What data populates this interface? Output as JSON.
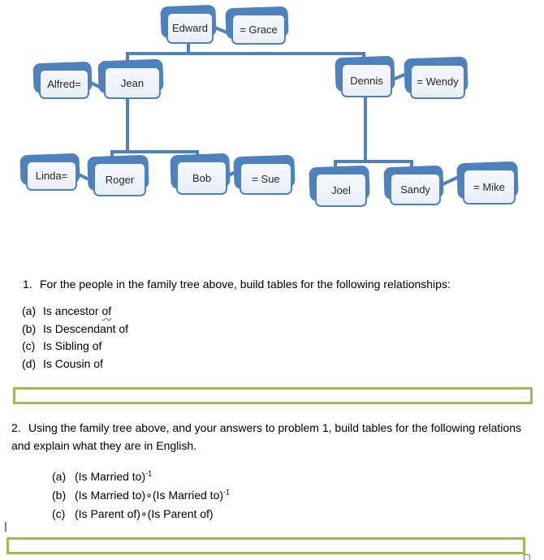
{
  "colors": {
    "tree_accent": "#4f81bd",
    "node_fill": "#eef3fa",
    "answer_box_border": "#9bbb59",
    "squiggle": "#2da32d"
  },
  "family_tree": {
    "nodes": [
      {
        "id": "edward",
        "label": "Edward"
      },
      {
        "id": "grace",
        "label": "= Grace"
      },
      {
        "id": "alfred",
        "label": "Alfred="
      },
      {
        "id": "jean",
        "label": "Jean"
      },
      {
        "id": "dennis",
        "label": "Dennis"
      },
      {
        "id": "wendy",
        "label": "= Wendy"
      },
      {
        "id": "linda",
        "label": "Linda="
      },
      {
        "id": "roger",
        "label": "Roger"
      },
      {
        "id": "bob",
        "label": "Bob"
      },
      {
        "id": "sue",
        "label": "= Sue"
      },
      {
        "id": "joel",
        "label": "Joel"
      },
      {
        "id": "sandy",
        "label": "Sandy"
      },
      {
        "id": "mike",
        "label": "= Mike"
      }
    ],
    "couples": [
      "Edward = Grace",
      "Alfred = Jean",
      "Dennis = Wendy",
      "Linda = Roger",
      "Bob = Sue",
      "Sandy = Mike"
    ],
    "parent_links": [
      "Edward/Grace -> Jean",
      "Edward/Grace -> Dennis",
      "Jean/Alfred -> Roger",
      "Jean/Alfred -> Bob",
      "Dennis/Wendy -> Joel",
      "Dennis/Wendy -> Sandy"
    ]
  },
  "question1": {
    "number": "1.",
    "text": "For the people in the family tree above, build tables for the following relationships:",
    "items": [
      {
        "marker": "(a)",
        "text": "Is ancestor",
        "wavy_word": "of"
      },
      {
        "marker": "(b)",
        "text": "Is Descendant of"
      },
      {
        "marker": "(c)",
        "text": "Is Sibling of"
      },
      {
        "marker": "(d)",
        "text": "Is Cousin of"
      }
    ]
  },
  "question2": {
    "number": "2.",
    "text_line1": "Using the family tree above, and your answers to problem 1,  build tables for the following relations",
    "text_line2": "and explain what they are in English.",
    "items": [
      {
        "marker": "(a)",
        "segments": [
          {
            "text": "(Is Married to)"
          },
          {
            "sup": "-1"
          }
        ]
      },
      {
        "marker": "(b)",
        "segments": [
          {
            "text": "(Is Married to)∘(Is Married to)"
          },
          {
            "sup": "-1"
          }
        ]
      },
      {
        "marker": "(c)",
        "segments": [
          {
            "text": "(Is Parent of)∘(Is Parent of)"
          }
        ]
      }
    ]
  }
}
